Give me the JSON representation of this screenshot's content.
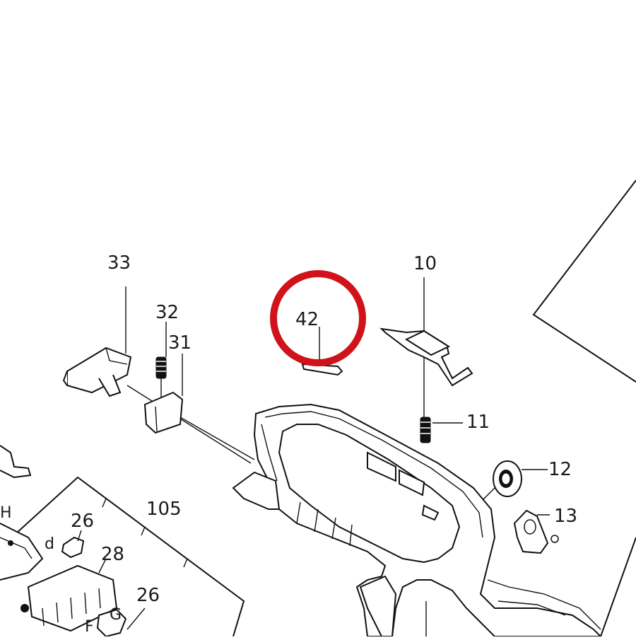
{
  "callouts": {
    "c33": "33",
    "c32": "32",
    "c31": "31",
    "c42": "42",
    "c10": "10",
    "c11": "11",
    "c12": "12",
    "c13": "13",
    "c105": "105",
    "c26a": "26",
    "c28": "28",
    "c26b": "26",
    "cH": "H",
    "cd": "d",
    "cG": "G",
    "cF": "F"
  },
  "highlight": {
    "color": "#d0121b",
    "target": "42"
  }
}
